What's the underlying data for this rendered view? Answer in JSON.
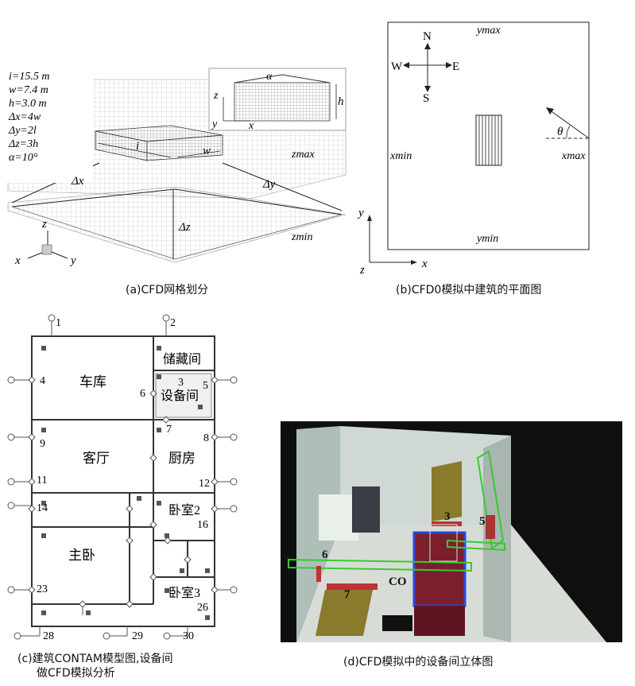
{
  "panel_a": {
    "params": [
      "i=15.5 m",
      "w=7.4 m",
      "h=3.0 m",
      "Δx=4w",
      "Δy=2l",
      "Δz=3h",
      "α=10°"
    ],
    "labels": {
      "i": "i",
      "w": "w",
      "dx": "Δx",
      "dy": "Δy",
      "dz": "Δz",
      "zmax": "zmax",
      "zmin": "zmin",
      "axis_x": "x",
      "axis_y": "y",
      "axis_z": "z",
      "inset_alpha": "α",
      "inset_h": "h",
      "inset_z": "z",
      "inset_y": "y",
      "inset_x": "x"
    },
    "caption": "(a)CFD网格划分"
  },
  "panel_b": {
    "compass": {
      "n": "N",
      "s": "S",
      "e": "E",
      "w": "W"
    },
    "labels": {
      "ymax": "ymax",
      "ymin": "ymin",
      "xmin": "xmin",
      "xmax": "xmax",
      "theta": "θ",
      "axis_x": "x",
      "axis_y": "y",
      "axis_z": "z"
    },
    "caption": "(b)CFD0模拟中建筑的平面图"
  },
  "panel_c": {
    "rooms": {
      "garage": "车库",
      "storage": "储藏间",
      "equipment": "设备间",
      "living": "客厅",
      "kitchen": "厨房",
      "bedroom2": "卧室2",
      "master": "主卧",
      "bedroom3": "卧室3"
    },
    "nodes": [
      "1",
      "2",
      "3",
      "4",
      "5",
      "6",
      "7",
      "8",
      "9",
      "11",
      "12",
      "14",
      "16",
      "23",
      "26",
      "28",
      "29",
      "30"
    ],
    "caption_line1": "(c)建筑CONTAM模型图,设备间",
    "caption_line2": "做CFD模拟分析"
  },
  "panel_d": {
    "labels": {
      "l3": "3",
      "l5": "5",
      "l6": "6",
      "l7": "7",
      "co": "CO"
    },
    "caption": "(d)CFD模拟中的设备间立体图"
  }
}
